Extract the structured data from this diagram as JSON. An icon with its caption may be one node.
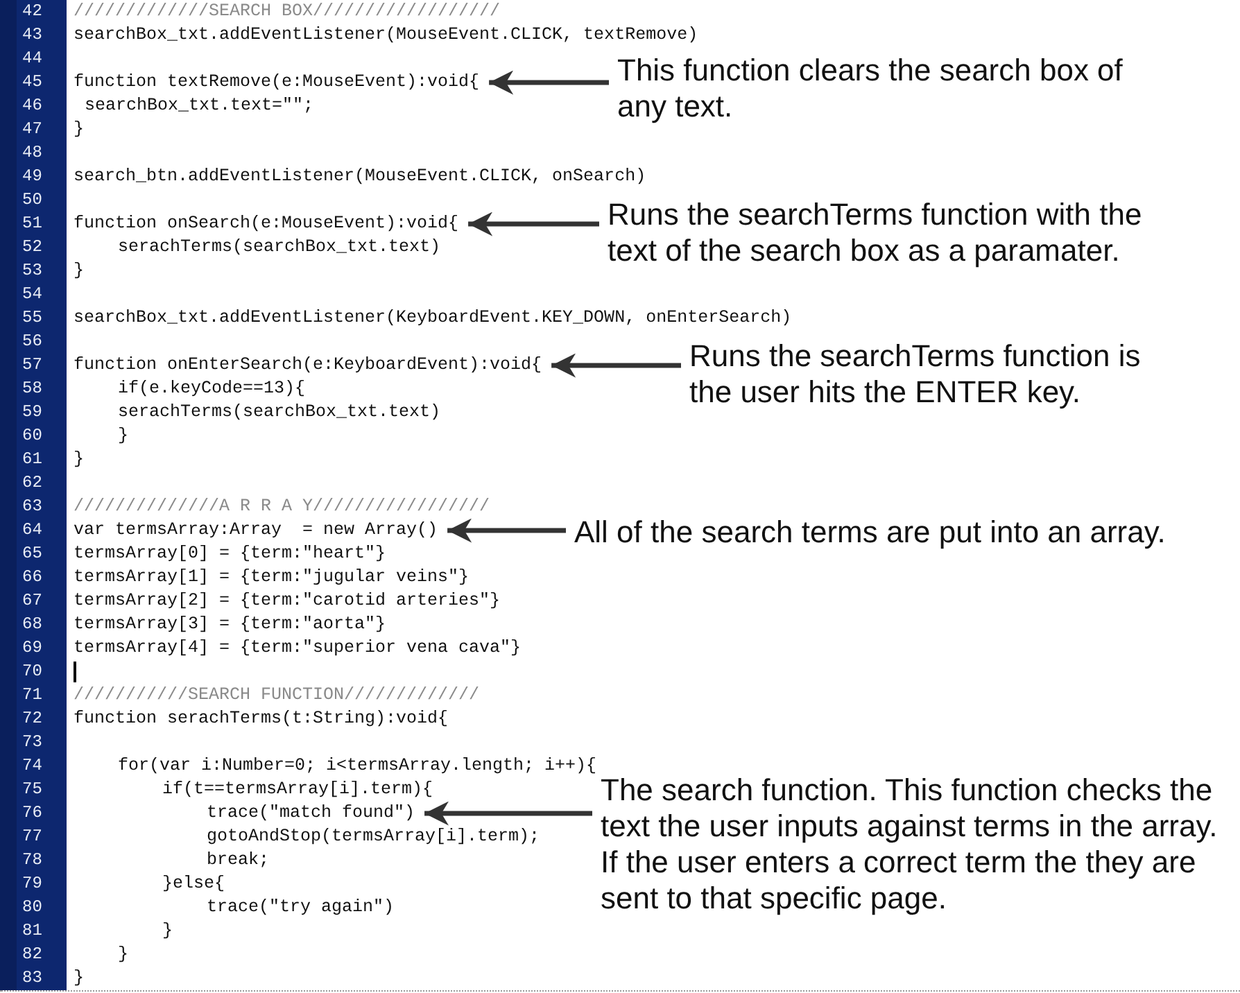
{
  "diagram": {
    "nodes": [
      {
        "text": [
          "function textRemove(e:MouseEvent):void{"
        ]
      },
      {
        "text": [
          "This function clears the search box of any text."
        ]
      },
      {
        "text": [
          "function onSearch(e:MouseEvent):void{"
        ]
      },
      {
        "text": [
          "Runs the searchTerms function with the text of the search box as a paramater."
        ]
      },
      {
        "text": [
          "function onEnterSearch(e:KeyboardEvent):void{"
        ]
      },
      {
        "text": [
          "Runs the searchTerms function is the user hits the ENTER key."
        ]
      },
      {
        "text": [
          "var termsArray:Array  = new Array()"
        ]
      },
      {
        "text": [
          "All of the search terms are put into an array."
        ]
      },
      {
        "text": [
          "trace(\"match found\")"
        ]
      },
      {
        "text": [
          "The search function. This function checks the text the user inputs against terms in the array. If the user enters a correct term the they are sent to that specific page."
        ]
      }
    ],
    "edges": [
      {
        "from": 1,
        "to": 0,
        "arrow": "to"
      },
      {
        "from": 3,
        "to": 2,
        "arrow": "to"
      },
      {
        "from": 5,
        "to": 4,
        "arrow": "to"
      },
      {
        "from": 7,
        "to": 6,
        "arrow": "to"
      },
      {
        "from": 9,
        "to": 8,
        "arrow": "to"
      }
    ],
    "labels": [
      "42",
      "/////////////SEARCH BOX//////////////////",
      "43",
      "searchBox_txt.addEventListener(MouseEvent.CLICK, textRemove)",
      "44",
      "45",
      "46",
      "searchBox_txt.text=\"\";",
      "47",
      "}",
      "48",
      "49",
      "search_btn.addEventListener(MouseEvent.CLICK, onSearch)",
      "50",
      "51",
      "52",
      "serachTerms(searchBox_txt.text)",
      "53",
      "}",
      "54",
      "55",
      "searchBox_txt.addEventListener(KeyboardEvent.KEY_DOWN, onEnterSearch)",
      "56",
      "57",
      "58",
      "if(e.keyCode==13){",
      "59",
      "serachTerms(searchBox_txt.text)",
      "60",
      "}",
      "61",
      "}",
      "62",
      "63",
      "//////////////A R R A Y/////////////////",
      "64",
      "65",
      "termsArray[0] = {term:\"heart\"}",
      "66",
      "termsArray[1] = {term:\"jugular veins\"}",
      "67",
      "termsArray[2] = {term:\"carotid arteries\"}",
      "68",
      "termsArray[3] = {term:\"aorta\"}",
      "69",
      "termsArray[4] = {term:\"superior vena cava\"}",
      "70",
      "71",
      "///////////SEARCH FUNCTION/////////////",
      "72",
      "function serachTerms(t:String):void{",
      "73",
      "74",
      "for(var i:Number=0; i<termsArray.length; i++){",
      "75",
      "if(t==termsArray[i].term){",
      "76",
      "77",
      "gotoAndStop(termsArray[i].term);",
      "78",
      "break;",
      "79",
      "}else{",
      "80",
      "trace(\"try again\")",
      "81",
      "}",
      "82",
      "}",
      "83",
      "}"
    ]
  }
}
